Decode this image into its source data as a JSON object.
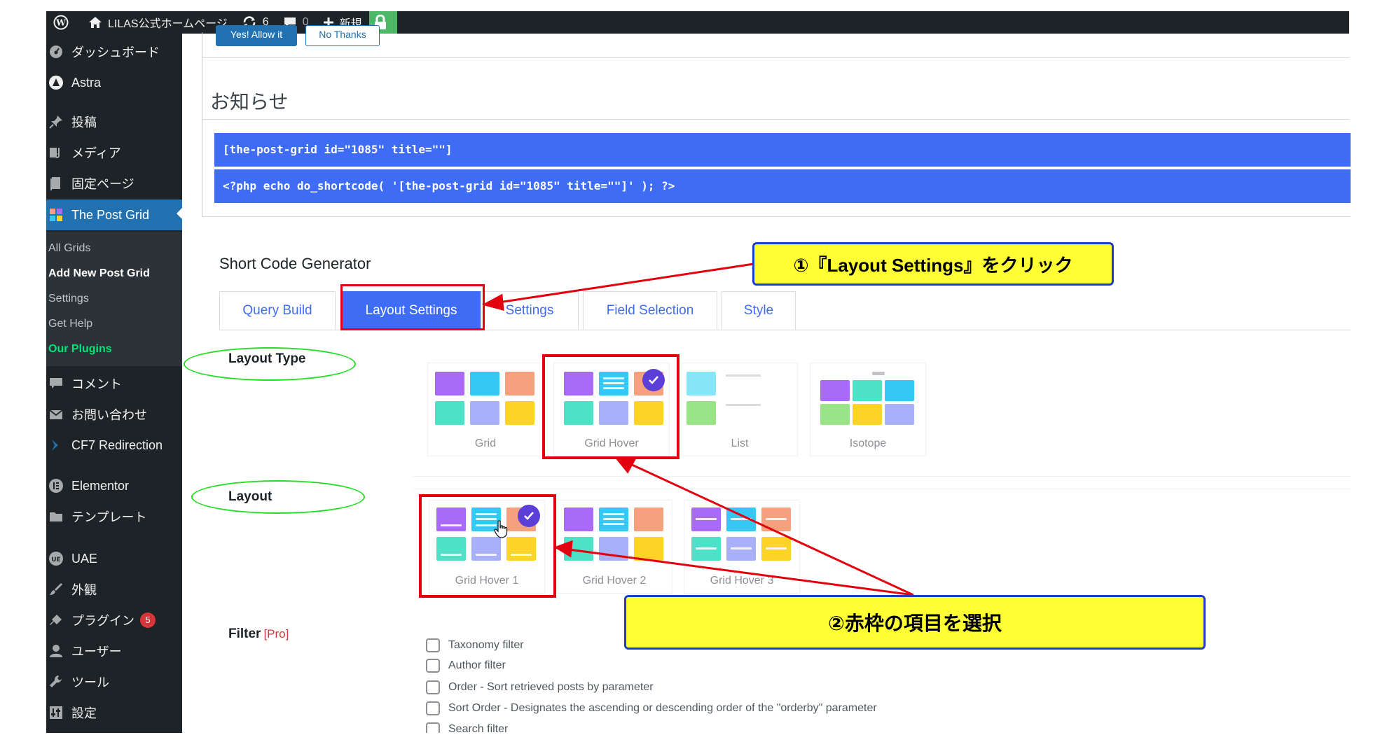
{
  "adminbar": {
    "site_name": "LILAS公式ホームページ",
    "updates_count": "6",
    "comments_count": "0",
    "new_label": "新規"
  },
  "sidebar": {
    "items": [
      {
        "label": "ダッシュボード",
        "icon": "dashboard-icon"
      },
      {
        "label": "Astra",
        "icon": "astra-icon"
      },
      {
        "label": "投稿",
        "icon": "pin-icon"
      },
      {
        "label": "メディア",
        "icon": "media-icon"
      },
      {
        "label": "固定ページ",
        "icon": "page-icon"
      },
      {
        "label": "The Post Grid",
        "icon": "grid-icon"
      },
      {
        "label": "コメント",
        "icon": "comment-icon"
      },
      {
        "label": "お問い合わせ",
        "icon": "mail-icon"
      },
      {
        "label": "CF7 Redirection",
        "icon": "redirect-icon"
      },
      {
        "label": "Elementor",
        "icon": "elementor-icon"
      },
      {
        "label": "テンプレート",
        "icon": "folder-icon"
      },
      {
        "label": "UAE",
        "icon": "uae-icon"
      },
      {
        "label": "外観",
        "icon": "brush-icon"
      },
      {
        "label": "プラグイン",
        "icon": "plugin-icon",
        "badge": "5"
      },
      {
        "label": "ユーザー",
        "icon": "user-icon"
      },
      {
        "label": "ツール",
        "icon": "wrench-icon"
      },
      {
        "label": "設定",
        "icon": "settings-icon"
      }
    ],
    "submenu": [
      "All Grids",
      "Add New Post Grid",
      "Settings",
      "Get Help",
      "Our Plugins"
    ]
  },
  "notice": {
    "allow_label": "Yes! Allow it",
    "no_thanks_label": "No Thanks",
    "title": "お知らせ"
  },
  "shortcodes": {
    "sc1": "[the-post-grid id=\"1085\" title=\"\"]",
    "sc2": "<?php echo do_shortcode( '[the-post-grid id=\"1085\" title=\"\"]' ); ?>"
  },
  "generator": {
    "title": "Short Code Generator",
    "tabs": [
      "Query Build",
      "Layout Settings",
      "Settings",
      "Field Selection",
      "Style"
    ],
    "active_tab": "Layout Settings"
  },
  "layout_type": {
    "label": "Layout Type",
    "options": [
      "Grid",
      "Grid Hover",
      "List",
      "Isotope"
    ],
    "selected": "Grid Hover"
  },
  "layout": {
    "label": "Layout",
    "options": [
      "Grid Hover 1",
      "Grid Hover 2",
      "Grid Hover 3"
    ],
    "selected": "Grid Hover 1"
  },
  "filter": {
    "label": "Filter",
    "pro": "[Pro]",
    "items": [
      "Taxonomy filter",
      "Author filter",
      "Order - Sort retrieved posts by parameter",
      "Sort Order - Designates the ascending or descending order of the \"orderby\" parameter",
      "Search filter"
    ]
  },
  "annotations": {
    "callout1": "①『Layout Settings』をクリック",
    "callout2": "②赤枠の項目を選択"
  },
  "colors": {
    "accent": "#3f6cf5",
    "highlight": "#e3000f",
    "callout_bg": "#ffff33",
    "check": "#5b3fd6"
  }
}
